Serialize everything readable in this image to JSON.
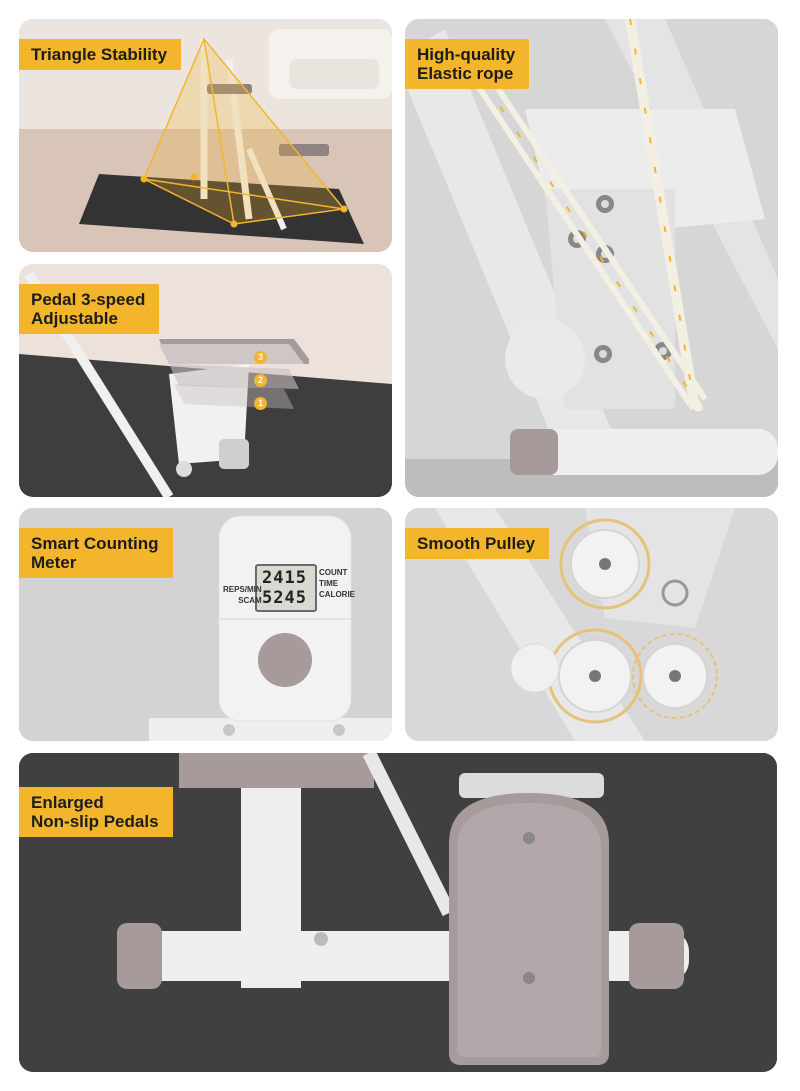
{
  "panels": {
    "triangle": {
      "label": "Triangle Stability"
    },
    "elastic": {
      "label": "High-quality\nElastic rope"
    },
    "pedal_speed": {
      "label": "Pedal 3-speed\nAdjustable",
      "levels": [
        "3",
        "2",
        "1"
      ]
    },
    "meter": {
      "label": "Smart Counting\nMeter",
      "lcd_top": "2415",
      "lcd_bottom": "5245",
      "left_labels": [
        "REPS/MIN",
        "SCAM"
      ],
      "right_labels": [
        "COUNT",
        "TIME",
        "CALORIE"
      ]
    },
    "pulley": {
      "label": "Smooth Pulley"
    },
    "pedals": {
      "label": "Enlarged\nNon-slip Pedals"
    }
  },
  "colors": {
    "accent": "#f3b52c",
    "frame_white": "#eeeeee",
    "pedal_mauve": "#a69a9b",
    "floor_dark": "#3d3d3d"
  }
}
